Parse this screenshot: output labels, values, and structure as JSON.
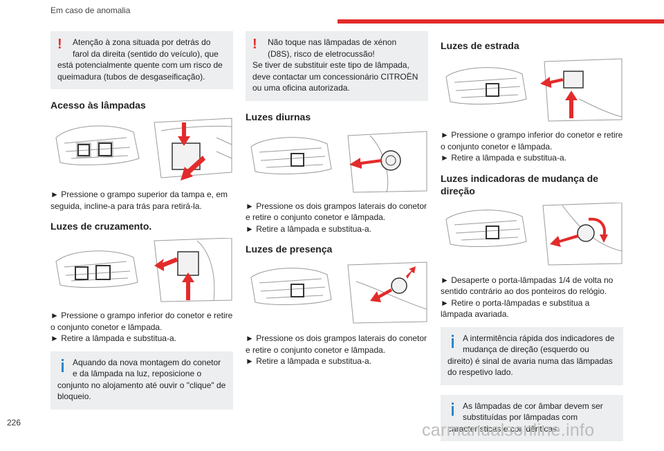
{
  "header": {
    "title": "Em caso de anomalia"
  },
  "page_number": "226",
  "watermark": "carmanualsonline.info",
  "col1": {
    "warning1": {
      "first_line": "Atenção à zona situada por detrás do farol da direita (sentido do veículo), que",
      "rest": "está potencialmente quente com um risco de queimadura (tubos de desgaseificação)."
    },
    "acesso": {
      "title": "Acesso às lâmpadas",
      "steps": [
        "► Pressione o grampo superior da tampa e, em seguida, incline-a para trás para retirá-la."
      ]
    },
    "cruzamento": {
      "title": "Luzes de cruzamento.",
      "steps": [
        "► Pressione o grampo inferior do conetor e retire o conjunto conetor e lâmpada.",
        "► Retire a lâmpada e substitua-a."
      ]
    },
    "info1": {
      "first_line": "Aquando da nova montagem do conetor e da lâmpada na luz, reposicione o",
      "rest": "conjunto no alojamento até ouvir o \"clique\" de bloqueio."
    }
  },
  "col2": {
    "warning2": {
      "first_line": "Não toque nas lâmpadas de xénon (D8S), risco de eletrocussão!",
      "rest": "Se tiver de substituir este tipo de lâmpada, deve contactar um concessionário CITROËN ou uma oficina autorizada."
    },
    "diurnas": {
      "title": "Luzes diurnas",
      "steps": [
        "► Pressione os dois grampos laterais do conetor e retire o conjunto conetor e lâmpada.",
        "► Retire a lâmpada e substitua-a."
      ]
    },
    "presenca": {
      "title": "Luzes de presença",
      "steps": [
        "► Pressione os dois grampos laterais do conetor e retire o conjunto conetor e lâmpada.",
        "► Retire a lâmpada e substitua-a."
      ]
    }
  },
  "col3": {
    "estrada": {
      "title": "Luzes de estrada",
      "steps": [
        "► Pressione o grampo inferior do conetor e retire o conjunto conetor e lâmpada.",
        "► Retire a lâmpada e substitua-a."
      ]
    },
    "indicadoras": {
      "title": "Luzes indicadoras de mudança de direção",
      "steps": [
        "► Desaperte o porta-lâmpadas 1/4 de volta no sentido contrário ao dos ponteiros do relógio.",
        "► Retire o porta-lâmpadas e substitua a lâmpada avariada."
      ]
    },
    "info2": {
      "first_line": "A intermitência rápida dos indicadores de mudança de direção (esquerdo ou",
      "rest": "direito) é sinal de avaria numa das lâmpadas do respetivo lado."
    },
    "info3": {
      "first_line": "As lâmpadas de cor âmbar devem ser substituídas por lâmpadas com",
      "rest": "características e cor idênticas."
    }
  },
  "colors": {
    "accent_red": "#e32b2b",
    "info_blue": "#2c86c9",
    "box_bg": "#eceeef"
  },
  "icons": [
    "warning-icon",
    "info-icon",
    "headlamp-illustration"
  ]
}
